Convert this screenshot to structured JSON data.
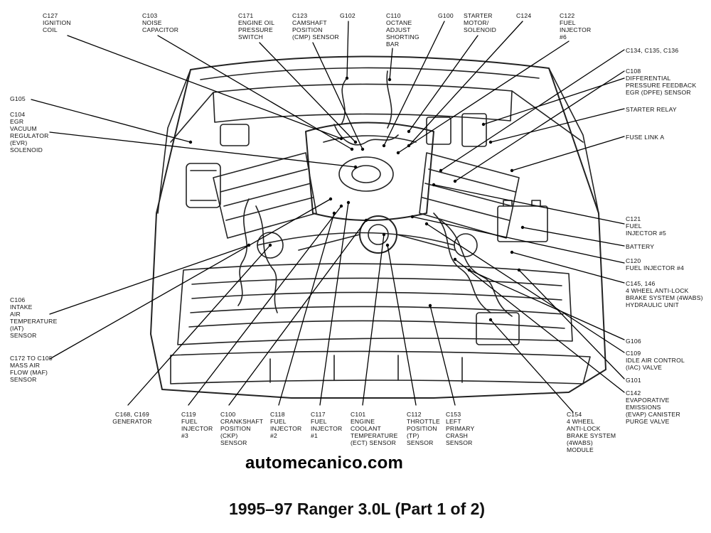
{
  "watermark": "automecanico.com",
  "title": "1995–97 Ranger 3.0L (Part 1 of 2)",
  "callouts": {
    "c127": [
      "C127",
      "IGNITION",
      "COIL"
    ],
    "c103": [
      "C103",
      "NOISE",
      "CAPACITOR"
    ],
    "c171": [
      "C171",
      "ENGINE OIL",
      "PRESSURE",
      "SWITCH"
    ],
    "c123": [
      "C123",
      "CAMSHAFT",
      "POSITION",
      "(CMP) SENSOR"
    ],
    "g102": [
      "G102"
    ],
    "c110": [
      "C110",
      "OCTANE",
      "ADJUST",
      "SHORTING",
      "BAR"
    ],
    "g100": [
      "G100"
    ],
    "starter": [
      "STARTER",
      "MOTOR/",
      "SOLENOID"
    ],
    "c124": [
      "C124"
    ],
    "c122": [
      "C122",
      "FUEL",
      "INJECTOR",
      "#6"
    ],
    "c134": [
      "C134, C135, C136"
    ],
    "c108": [
      "C108",
      "DIFFERENTIAL",
      "PRESSURE FEEDBACK",
      "EGR (DPFE) SENSOR"
    ],
    "starter_relay": [
      "STARTER RELAY"
    ],
    "fuse_link": [
      "FUSE LINK A"
    ],
    "g105": [
      "G105"
    ],
    "c104": [
      "C104",
      "EGR",
      "VACUUM",
      "REGULATOR",
      "(EVR)",
      "SOLENOID"
    ],
    "c121": [
      "C121",
      "FUEL",
      "INJECTOR #5"
    ],
    "battery": [
      "BATTERY"
    ],
    "c120": [
      "C120",
      "FUEL INJECTOR #4"
    ],
    "c145": [
      "C145, 146",
      "4 WHEEL ANTI-LOCK",
      "BRAKE SYSTEM (4WABS)",
      "HYDRAULIC UNIT"
    ],
    "c106": [
      "C106",
      "INTAKE",
      "AIR",
      "TEMPERATURE",
      "(IAT)",
      "SENSOR"
    ],
    "g106": [
      "G106"
    ],
    "c109": [
      "C109",
      "IDLE AIR CONTROL",
      "(IAC) VALVE"
    ],
    "c172": [
      "C172 TO C105",
      "MASS AIR",
      "FLOW (MAF)",
      "SENSOR"
    ],
    "g101": [
      "G101"
    ],
    "c142": [
      "C142",
      "EVAPORATIVE",
      "EMISSIONS",
      "(EVAP) CANISTER",
      "PURGE VALVE"
    ],
    "c168": [
      "C168, C169",
      "GENERATOR"
    ],
    "c119": [
      "C119",
      "FUEL",
      "INJECTOR",
      "#3"
    ],
    "c100": [
      "C100",
      "CRANKSHAFT",
      "POSITION",
      "(CKP)",
      "SENSOR"
    ],
    "c118": [
      "C118",
      "FUEL",
      "INJECTOR",
      "#2"
    ],
    "c117": [
      "C117",
      "FUEL",
      "INJECTOR",
      "#1"
    ],
    "c101": [
      "C101",
      "ENGINE",
      "COOLANT",
      "TEMPERATURE",
      "(ECT) SENSOR"
    ],
    "c112": [
      "C112",
      "THROTTLE",
      "POSITION",
      "(TP)",
      "SENSOR"
    ],
    "c153": [
      "C153",
      "LEFT",
      "PRIMARY",
      "CRASH",
      "SENSOR"
    ],
    "c154": [
      "C154",
      "4 WHEEL",
      "ANTI-LOCK",
      "BRAKE SYSTEM",
      "(4WABS)",
      "MODULE"
    ]
  }
}
